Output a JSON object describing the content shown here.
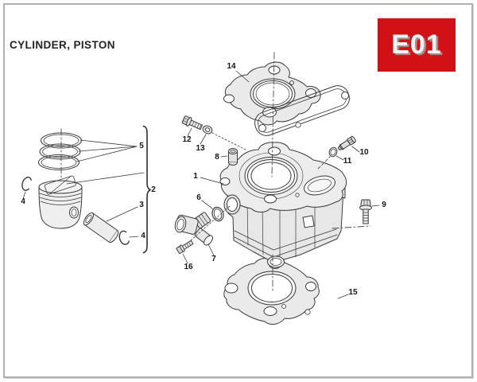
{
  "page": {
    "title": "CYLINDER, PISTON",
    "badge": {
      "code": "E01",
      "bg_color": "#d21117",
      "text_color": "#f2f2f2"
    },
    "border_color": "#b0b0b0",
    "line_color": "#3a3a3a"
  },
  "diagram": {
    "type": "exploded-parts-diagram",
    "callouts": [
      {
        "text": "1"
      },
      {
        "text": "2"
      },
      {
        "text": "3"
      },
      {
        "text": "4"
      },
      {
        "text": "4"
      },
      {
        "text": "5"
      },
      {
        "text": "6"
      },
      {
        "text": "7"
      },
      {
        "text": "8"
      },
      {
        "text": "9"
      },
      {
        "text": "10"
      },
      {
        "text": "11"
      },
      {
        "text": "12"
      },
      {
        "text": "13"
      },
      {
        "text": "14"
      },
      {
        "text": "15"
      },
      {
        "text": "16"
      }
    ]
  }
}
